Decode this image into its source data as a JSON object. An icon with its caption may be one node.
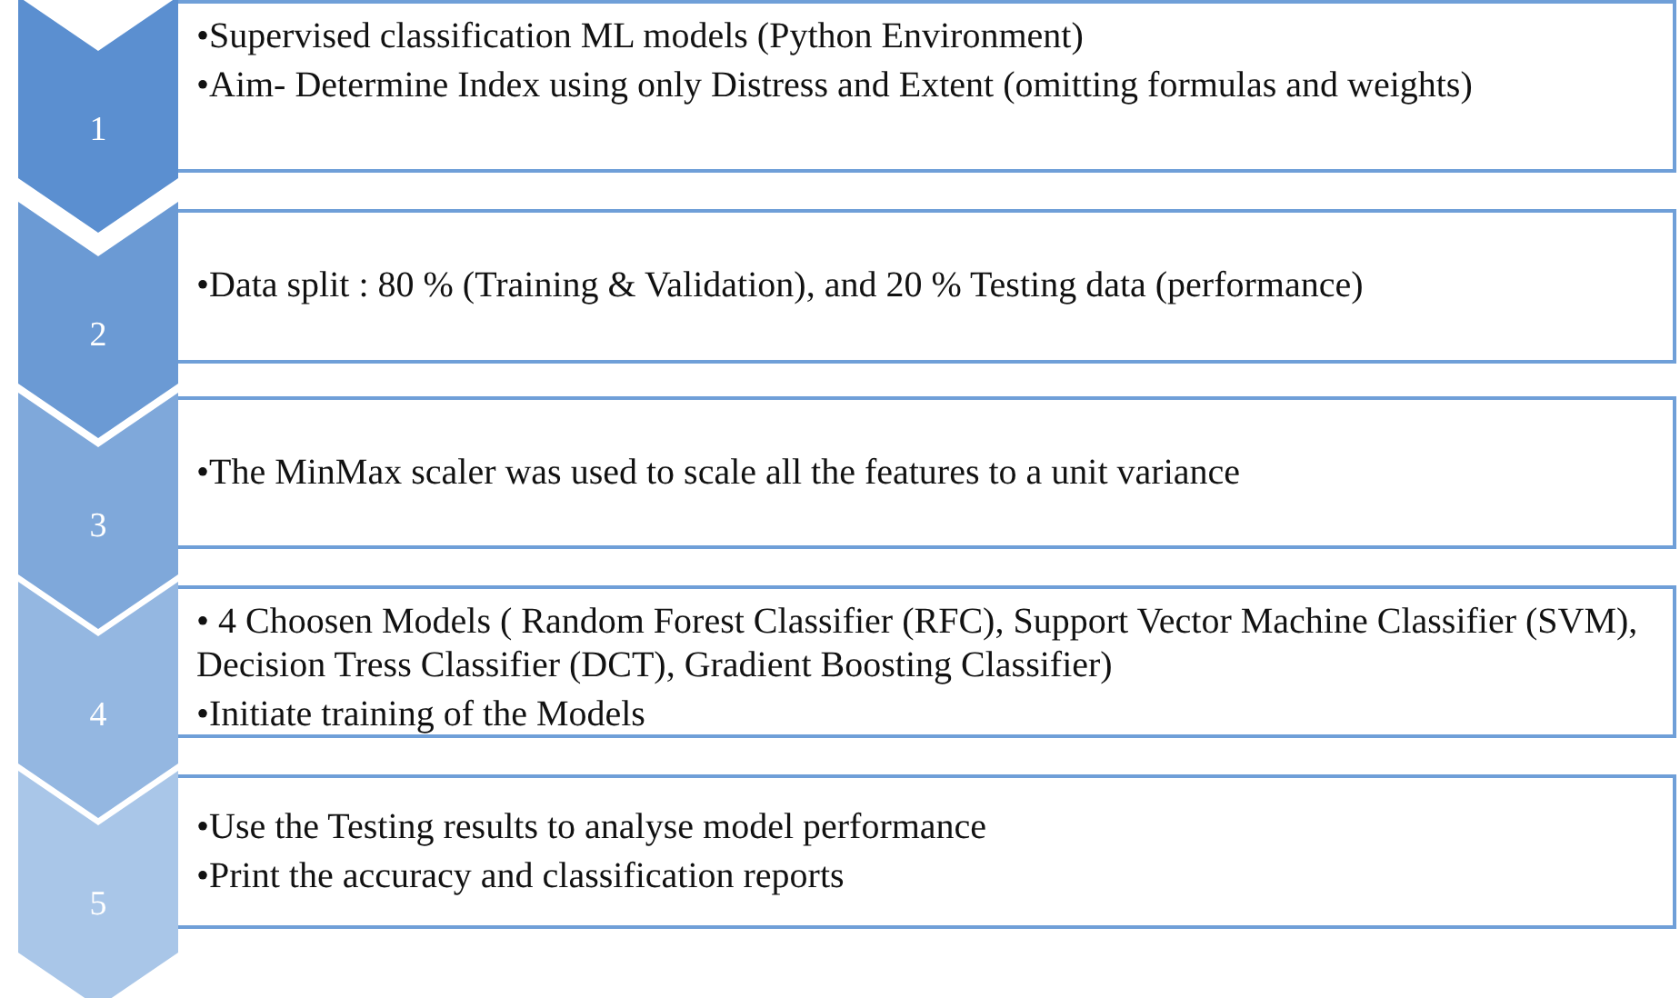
{
  "diagram": {
    "nodes": [
      {
        "text": [
          "1"
        ]
      },
      {
        "text": [
          "•Supervised classification ML models (Python Environment)",
          "•Aim- Determine Index using only Distress and Extent (omitting formulas and weights)"
        ]
      },
      {
        "text": [
          "2"
        ]
      },
      {
        "text": [
          "•Data split : 80 % (Training & Validation), and 20 % Testing data (performance)"
        ]
      },
      {
        "text": [
          "3"
        ]
      },
      {
        "text": [
          "•The MinMax  scaler was used to scale all the features to a unit variance"
        ]
      },
      {
        "text": [
          "4"
        ]
      },
      {
        "text": [
          "• 4 Choosen Models ( Random Forest Classifier (RFC), Support Vector Machine Classifier (SVM), Decision Tress Classifier (DCT), Gradient Boosting Classifier)",
          "•Initiate training of the Models"
        ]
      },
      {
        "text": [
          "5"
        ]
      },
      {
        "text": [
          "•Use the Testing results to analyse model performance",
          "•Print the accuracy and classification reports"
        ]
      }
    ]
  }
}
